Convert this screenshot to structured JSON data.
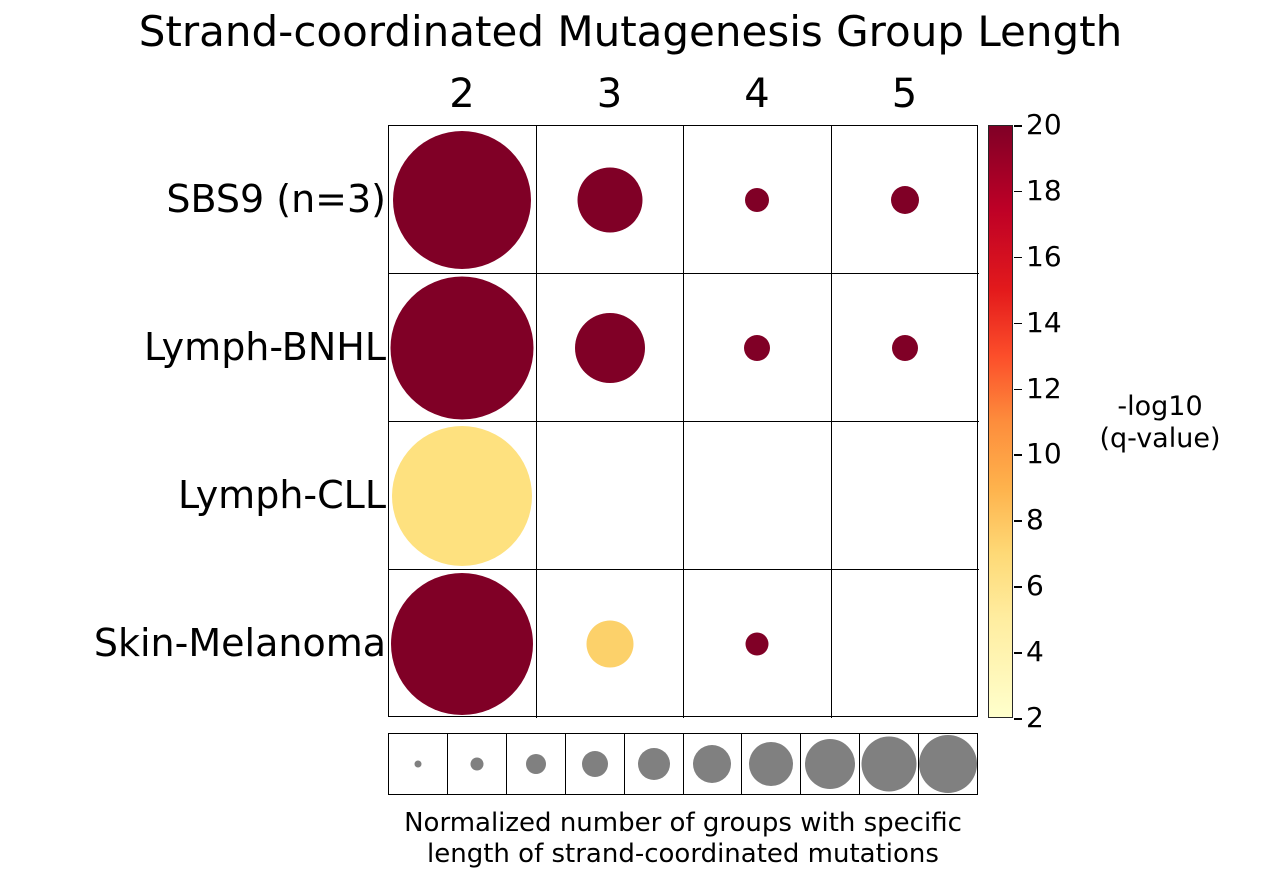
{
  "chart_data": {
    "type": "heatmap",
    "title": "Strand-coordinated Mutagenesis Group Length",
    "xlabel": "",
    "ylabel": "",
    "categories": [
      "2",
      "3",
      "4",
      "5"
    ],
    "rows": [
      "SBS9 (n=3)",
      "Lymph-BNHL",
      "Lymph-CLL",
      "Skin-Melanoma"
    ],
    "legend_position": "right",
    "grid": true,
    "colorbar": {
      "label_line1": "-log10",
      "label_line2": "(q-value)",
      "ticks": [
        "20",
        "18",
        "16",
        "14",
        "12",
        "10",
        "8",
        "6",
        "4",
        "2"
      ],
      "tick_values": [
        20,
        18,
        16,
        14,
        12,
        10,
        8,
        6,
        4,
        2
      ],
      "vmin": 2,
      "vmax": 20,
      "colormap": "YlOrRd"
    },
    "size_legend": {
      "caption_line1": "Normalized number of groups with specific",
      "caption_line2": "length of strand-coordinated mutations",
      "color": "#808080",
      "swatch_count": 10,
      "swatch_sizes": [
        7,
        13,
        20,
        26,
        32,
        38,
        44,
        50,
        55,
        58
      ]
    },
    "cells": [
      {
        "row": "SBS9 (n=3)",
        "col": "2",
        "size": 138,
        "color": "#800026",
        "qvalue_log10": 20
      },
      {
        "row": "SBS9 (n=3)",
        "col": "3",
        "size": 65,
        "color": "#800026",
        "qvalue_log10": 20
      },
      {
        "row": "SBS9 (n=3)",
        "col": "4",
        "size": 24,
        "color": "#800026",
        "qvalue_log10": 20
      },
      {
        "row": "SBS9 (n=3)",
        "col": "5",
        "size": 28,
        "color": "#800026",
        "qvalue_log10": 20
      },
      {
        "row": "Lymph-BNHL",
        "col": "2",
        "size": 143,
        "color": "#800026",
        "qvalue_log10": 20
      },
      {
        "row": "Lymph-BNHL",
        "col": "3",
        "size": 70,
        "color": "#800026",
        "qvalue_log10": 20
      },
      {
        "row": "Lymph-BNHL",
        "col": "4",
        "size": 26,
        "color": "#800026",
        "qvalue_log10": 20
      },
      {
        "row": "Lymph-BNHL",
        "col": "5",
        "size": 26,
        "color": "#800026",
        "qvalue_log10": 20
      },
      {
        "row": "Lymph-CLL",
        "col": "2",
        "size": 140,
        "color": "#fee17f",
        "qvalue_log10": 4.6
      },
      {
        "row": "Skin-Melanoma",
        "col": "2",
        "size": 142,
        "color": "#800026",
        "qvalue_log10": 20
      },
      {
        "row": "Skin-Melanoma",
        "col": "3",
        "size": 47,
        "color": "#fcd16a",
        "qvalue_log10": 5.1
      },
      {
        "row": "Skin-Melanoma",
        "col": "4",
        "size": 23,
        "color": "#800026",
        "qvalue_log10": 20
      }
    ]
  }
}
